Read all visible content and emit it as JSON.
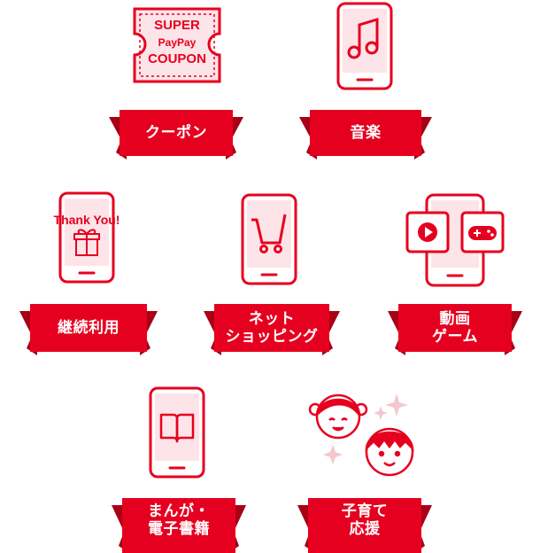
{
  "coupon": {
    "line1": "SUPER",
    "line2": "PayPay",
    "line3": "COUPON"
  },
  "thank_you": "Thank You!",
  "categories": [
    {
      "label": "クーポン"
    },
    {
      "label": "音楽"
    },
    {
      "label": "継続利用"
    },
    {
      "label": "ネット\nショッピング"
    },
    {
      "label": "動画\nゲーム"
    },
    {
      "label": "まんが・\n電子書籍"
    },
    {
      "label": "子育て\n応援"
    }
  ],
  "colors": {
    "accent": "#e6001f",
    "accent_dark": "#a80015",
    "tint": "#fde4e8",
    "sparkle": "#f4c6cf"
  }
}
